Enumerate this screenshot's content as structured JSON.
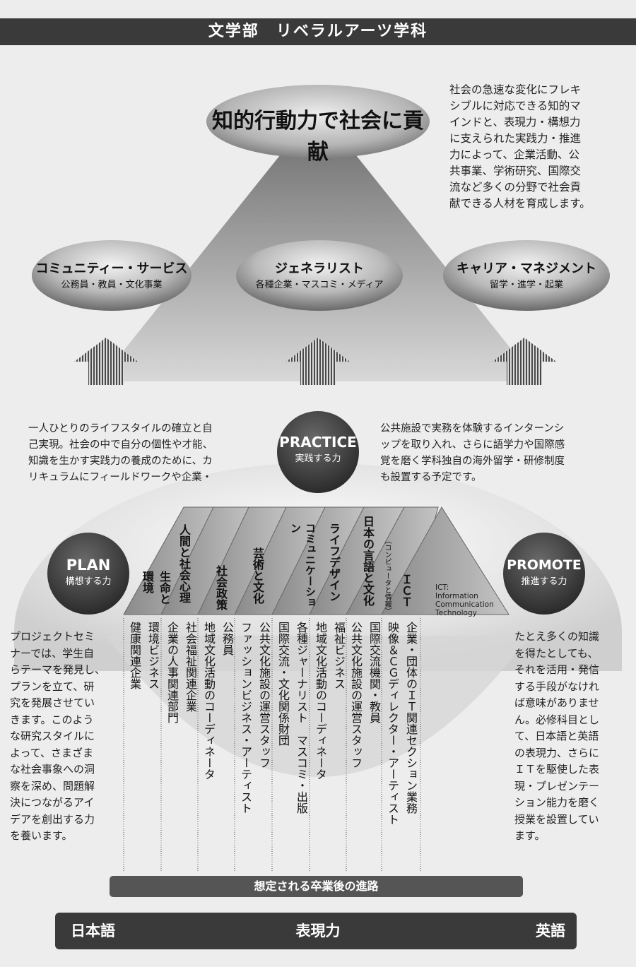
{
  "header": {
    "title": "文学部　リベラルアーツ学科"
  },
  "goal": {
    "title": "知的行動力で社会に貢献"
  },
  "intro": {
    "lines": [
      "社会の急速な変化にフレキ",
      "シブルに対応できる知的マ",
      "インドと、表現力・構想力",
      "に支えられた実践力・推進",
      "力によって、企業活動、公",
      "共事業、学術研究、国際交",
      "流など多くの分野で社会貢",
      "献できる人材を育成します。"
    ]
  },
  "careers": [
    {
      "title": "コミュニティー・サービス",
      "subtitle": "公務員・教員・文化事業"
    },
    {
      "title": "ジェネラリスト",
      "subtitle": "各種企業・マスコミ・メディア"
    },
    {
      "title": "キャリア・マネジメント",
      "subtitle": "留学・進学・起業"
    }
  ],
  "practice": {
    "title": "PRACTICE",
    "sub": "実践する力"
  },
  "plan": {
    "title": "PLAN",
    "sub": "構想する力"
  },
  "promote": {
    "title": "PROMOTE",
    "sub": "推進する力"
  },
  "practice_left": {
    "lines": [
      "一人ひとりのライフスタイルの確立と自",
      "己実現。社会の中で自分の個性や才能、",
      "知識を生かす実践力の養成のために、カ",
      "リキュラムにフィールドワークや企業・"
    ]
  },
  "practice_right": {
    "lines": [
      "公共施設で実務を体験するインターンシ",
      "ップを取り入れ、さらに語学力や国際感",
      "覚を磨く学科独自の海外留学・研修制度",
      "も設置する予定です。"
    ]
  },
  "plan_text": {
    "lines": [
      "プロジェクトセミ",
      "ナーでは、学生自",
      "らテーマを発見し、",
      "プランを立て、研",
      "究を発展させてい",
      "きます。このよう",
      "な研究スタイルに",
      "よって、さまざま",
      "な社会事象への洞",
      "察を深め、問題解",
      "決につながるアイ",
      "デアを創出する力",
      "を養います。"
    ]
  },
  "promote_text": {
    "lines": [
      "たとえ多くの知識",
      "を得たとしても、",
      "それを活用・発信",
      "する手段がなけれ",
      "ば意味がありませ",
      "ん。必修科目とし",
      "て、日本語と英語",
      "の表現力、さらに",
      "ＩＴを駆使した表",
      "現・プレゼンテー",
      "ション能力を磨く",
      "授業を設置してい",
      "ます。"
    ]
  },
  "fields": [
    {
      "title": "生命と環境",
      "careers": "環境ビジネス\n健康関連企業"
    },
    {
      "title": "人間と社会心理",
      "careers": "社会福祉関連企業\n企業の人事関連部門"
    },
    {
      "title": "社会政策",
      "careers": "公務員\n地域文化活動のコーディネータ"
    },
    {
      "title": "芸術と文化",
      "careers": "公共文化施設の運営スタッフ\nファッションビジネス・アーティスト"
    },
    {
      "title": "コミュニケーション",
      "careers": "各種ジャーナリスト　マスコミ・出版\n国際交流・文化関係財団"
    },
    {
      "title": "ライフデザイン",
      "careers": "福祉ビジネス\n地域文化活動のコーディネータ"
    },
    {
      "title": "日本の言語と文化",
      "careers": "国際交流機関・教員\n公共文化施設の運営スタッフ"
    },
    {
      "title": "ＩＣＴ",
      "note": "（コンピュータと情報）",
      "careers": "企業・団体のＩＴ関連セクション業務\n映像＆ＣＧディレクター・アーティスト"
    }
  ],
  "ict_note": {
    "lines": [
      "ICT:",
      "Information",
      "Communication",
      "Technology"
    ]
  },
  "footer": {
    "career_path": "想定される卒業後の進路",
    "skills": [
      "日本語",
      "表現力",
      "英語"
    ]
  },
  "colors": {
    "dark": "#3a3a3a",
    "mid": "#8a8a8a",
    "light": "#c8c8c8",
    "background": "#ededed"
  }
}
